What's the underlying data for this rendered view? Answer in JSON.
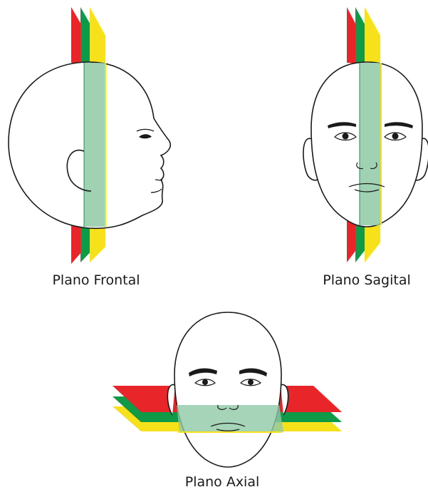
{
  "labels": {
    "frontal": "Plano Frontal",
    "sagital": "Plano Sagital",
    "axial": "Plano Axial"
  },
  "colors": {
    "red": "#e8262a",
    "green": "#0f9a48",
    "yellow": "#f7e11a",
    "outline": "#1a1a1a",
    "overlap": "#8fc9a6"
  }
}
